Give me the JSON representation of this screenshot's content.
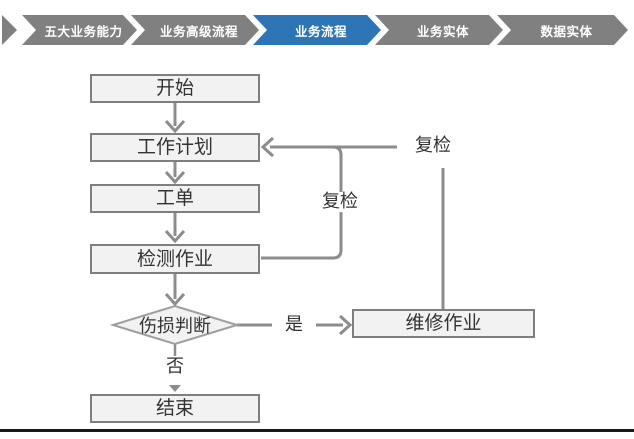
{
  "nav": {
    "items": [
      {
        "label": "五大业务能力",
        "active": false
      },
      {
        "label": "业务高级流程",
        "active": false
      },
      {
        "label": "业务流程",
        "active": true
      },
      {
        "label": "业务实体",
        "active": false
      },
      {
        "label": "数据实体",
        "active": false
      }
    ],
    "colors": {
      "inactive": "#808080",
      "active": "#2E75B6",
      "text": "#FFFFFF"
    }
  },
  "flowchart": {
    "nodes": {
      "start": {
        "label": "开始",
        "shape": "rect"
      },
      "plan": {
        "label": "工作计划",
        "shape": "rect"
      },
      "order": {
        "label": "工单",
        "shape": "rect"
      },
      "inspect": {
        "label": "检测作业",
        "shape": "rect"
      },
      "judge": {
        "label": "伤损判断",
        "shape": "diamond"
      },
      "repair": {
        "label": "维修作业",
        "shape": "rect"
      },
      "end": {
        "label": "结束",
        "shape": "rect"
      }
    },
    "labels": {
      "yes": "是",
      "no": "否",
      "recheck": "复检"
    },
    "edges": [
      {
        "from": "start",
        "to": "plan",
        "label": ""
      },
      {
        "from": "plan",
        "to": "order",
        "label": ""
      },
      {
        "from": "order",
        "to": "inspect",
        "label": ""
      },
      {
        "from": "inspect",
        "to": "judge",
        "label": ""
      },
      {
        "from": "judge",
        "to": "repair",
        "label": "是"
      },
      {
        "from": "judge",
        "to": "end",
        "label": "否"
      },
      {
        "from": "inspect",
        "to": "plan",
        "label": "复检"
      },
      {
        "from": "repair",
        "to": "plan",
        "label": "复检"
      }
    ],
    "colors": {
      "box_fill": "#F2F2F2",
      "box_border": "#7F7F7F",
      "connector": "#8C8C8C",
      "text": "#333333"
    }
  }
}
